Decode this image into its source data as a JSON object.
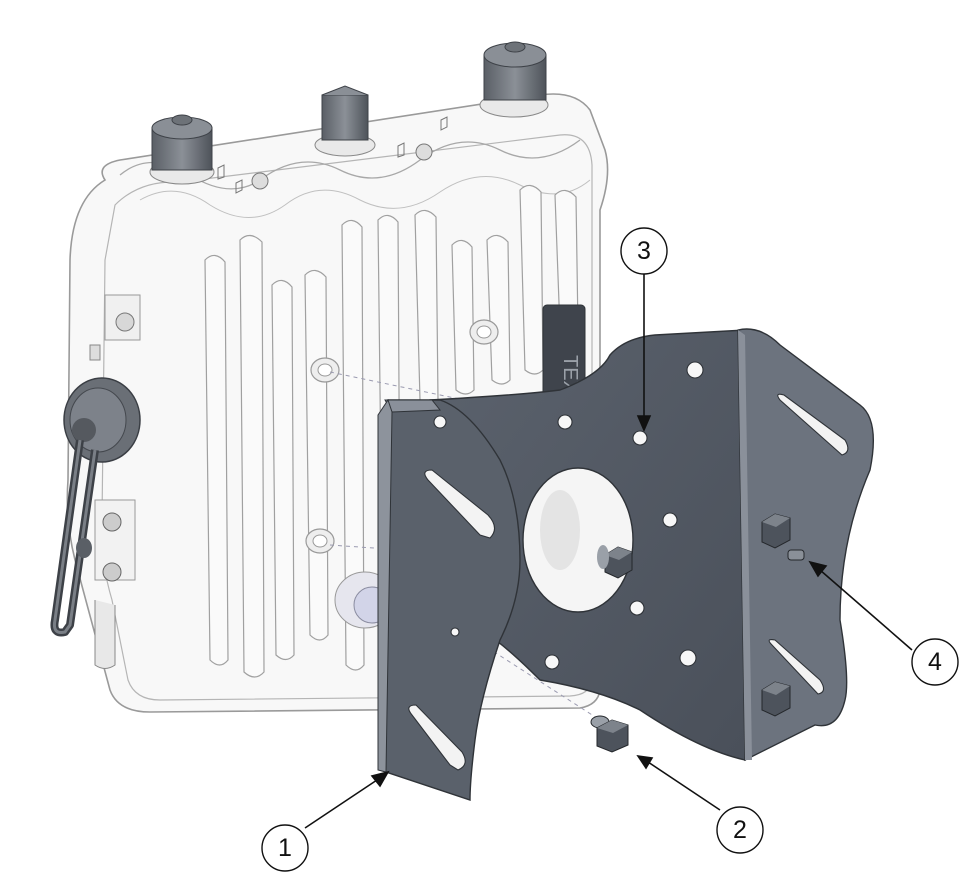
{
  "labels": {
    "embossed_text": "TEXT"
  },
  "callouts": [
    {
      "id": "1",
      "text": "1",
      "part": "mounting-bracket"
    },
    {
      "id": "2",
      "text": "2",
      "part": "bracket-bolt"
    },
    {
      "id": "3",
      "text": "3",
      "part": "bracket-plate"
    },
    {
      "id": "4",
      "text": "4",
      "part": "bracket-side-bolt"
    }
  ],
  "colors": {
    "bracket_fill": "#5d6470",
    "bracket_dark": "#454b55",
    "bracket_edge": "#8a909a",
    "unit_line": "#9a9a9a",
    "unit_fill": "#f7f7f7",
    "cap_fill": "#6e737a"
  }
}
